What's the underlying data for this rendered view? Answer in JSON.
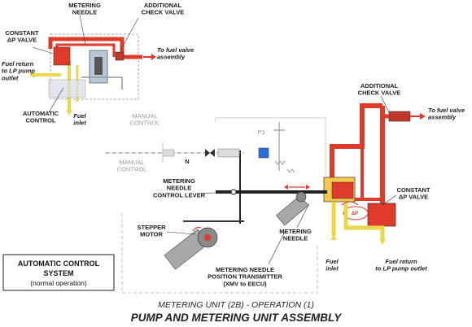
{
  "inset": {
    "metering_needle": "METERING\nNEEDLE",
    "additional_check_valve": "ADDITIONAL\nCHECK VALVE",
    "constant_dp_valve": "CONSTANT\nΔP VALVE",
    "to_fuel_valve": "To fuel valve\nassembly",
    "fuel_return": "Fuel return\nto LP pump\noutlet",
    "automatic_control": "AUTOMATIC\nCONTROL",
    "fuel_inlet": "Fuel\ninlet",
    "manual_control": "MANUAL\nCONTROL"
  },
  "main": {
    "additional_check_valve": "ADDITIONAL\nCHECK VALVE",
    "to_fuel_valve": "To fuel valve\nassembly",
    "constant_dp_valve": "CONSTANT\nΔP VALVE",
    "manual_control": "MANUAL\nCONTROL",
    "n_label": "N",
    "p3_label": "P3",
    "metering_needle_control_lever": "METERING\nNEEDLE\nCONTROL LEVER",
    "stepper_motor": "STEPPER\nMOTOR",
    "metering_needle": "METERING\nNEEDLE",
    "position_transmitter": "METERING NEEDLE\nPOSITION TRANSMITTER\n(XMV to EECU)",
    "fuel_inlet": "Fuel\ninlet",
    "fuel_return": "Fuel return\nto LP pump outlet",
    "dp_label": "ΔP"
  },
  "system_box": {
    "line1": "AUTOMATIC CONTROL",
    "line2": "SYSTEM",
    "line3": "(normal operation)"
  },
  "caption": {
    "subtitle": "METERING UNIT (2B) - OPERATION (1)",
    "title": "PUMP AND METERING UNIT ASSEMBLY"
  },
  "colors": {
    "high_pressure": "#e03a2a",
    "low_pressure": "#e8d84a",
    "return": "#f0e68c",
    "mechanism": "#333333"
  }
}
